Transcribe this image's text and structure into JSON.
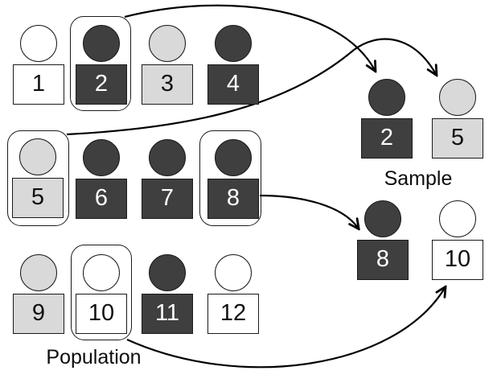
{
  "palette": {
    "dark": "#3f3f3f",
    "light": "#d9d9d9",
    "white": "#ffffff",
    "outline": "#1a1a1a",
    "arrow": "#000000"
  },
  "population": {
    "label": "Population",
    "figures": [
      {
        "number": "1",
        "shade": "white",
        "selected": false
      },
      {
        "number": "2",
        "shade": "dark",
        "selected": true
      },
      {
        "number": "3",
        "shade": "light",
        "selected": false
      },
      {
        "number": "4",
        "shade": "dark",
        "selected": false
      },
      {
        "number": "5",
        "shade": "light",
        "selected": true
      },
      {
        "number": "6",
        "shade": "dark",
        "selected": false
      },
      {
        "number": "7",
        "shade": "dark",
        "selected": false
      },
      {
        "number": "8",
        "shade": "dark",
        "selected": true
      },
      {
        "number": "9",
        "shade": "light",
        "selected": false
      },
      {
        "number": "10",
        "shade": "white",
        "selected": true
      },
      {
        "number": "11",
        "shade": "dark",
        "selected": false
      },
      {
        "number": "12",
        "shade": "white",
        "selected": false
      }
    ]
  },
  "sample": {
    "label": "Sample",
    "figures": [
      {
        "number": "2",
        "shade": "dark"
      },
      {
        "number": "5",
        "shade": "light"
      },
      {
        "number": "8",
        "shade": "dark"
      },
      {
        "number": "10",
        "shade": "white"
      }
    ]
  },
  "arrows": [
    {
      "from": "2",
      "to": "sample-2"
    },
    {
      "from": "5",
      "to": "sample-5"
    },
    {
      "from": "8",
      "to": "sample-8"
    },
    {
      "from": "10",
      "to": "sample-10"
    }
  ]
}
